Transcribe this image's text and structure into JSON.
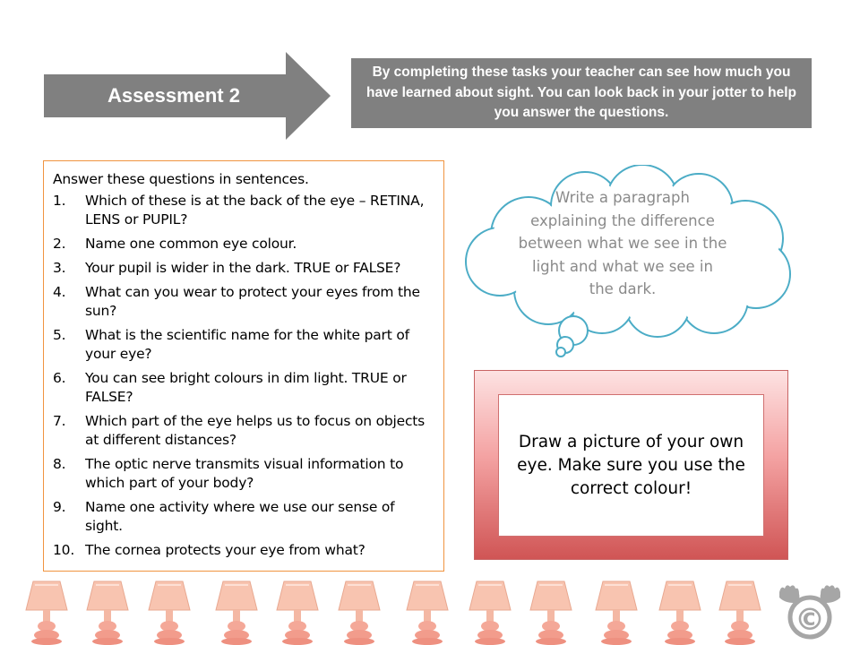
{
  "header": {
    "arrow_label": "Assessment 2",
    "intro_text": "By completing these tasks your teacher can see how much you have learned about sight. You can look back in your jotter to help you answer the questions."
  },
  "questions": {
    "intro": "Answer these questions in sentences.",
    "items": [
      {
        "num": "1.",
        "text": "Which of these is at the back of the eye – RETINA, LENS or PUPIL?"
      },
      {
        "num": "2.",
        "text": "Name one common eye colour."
      },
      {
        "num": "3.",
        "text": "Your pupil is wider in the dark. TRUE or FALSE?"
      },
      {
        "num": "4.",
        "text": "What can you wear to protect your eyes from the sun?"
      },
      {
        "num": "5.",
        "text": "What is the scientific name for the white part of your eye?"
      },
      {
        "num": "6.",
        "text": "You can see bright colours in dim light. TRUE or FALSE?"
      },
      {
        "num": "7.",
        "text": "Which part of the eye helps us to focus on objects at different distances?"
      },
      {
        "num": "8.",
        "text": "The optic nerve transmits visual information to which part of your body?"
      },
      {
        "num": "9.",
        "text": "Name one activity where we use our sense of sight."
      },
      {
        "num": "10.",
        "text": "The cornea protects your eye from what?"
      }
    ]
  },
  "thought_bubble": {
    "text": "Write a paragraph explaining the difference between what we see in the light and what we see in the dark."
  },
  "draw_task": {
    "text": "Draw a picture of your own eye. Make sure you use the correct colour!"
  },
  "footer": {
    "lamp_icon": "lamp-icon",
    "logo_icon": "moose-copyright-logo",
    "logo_symbol": "©"
  },
  "colors": {
    "arrow": "#808080",
    "intro_box": "#808080",
    "question_border": "#f09440",
    "cloud_border": "#4bacc6",
    "cloud_text": "#8a8a8a",
    "draw_gradient_top": "#fde2e2",
    "draw_gradient_bottom": "#d05555",
    "lamp_shade": "#f8c4b0",
    "logo": "#a6a6a6"
  }
}
